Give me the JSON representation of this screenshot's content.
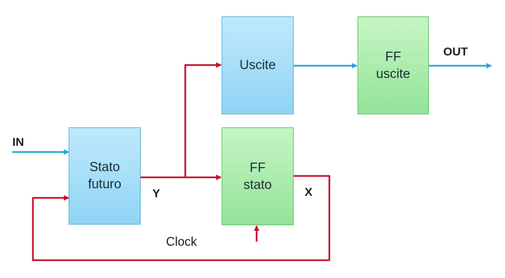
{
  "blocks": {
    "stato_futuro": [
      "Stato",
      "futuro"
    ],
    "uscite": [
      "Uscite"
    ],
    "ff_uscite": [
      "FF",
      "uscite"
    ],
    "ff_stato": [
      "FF",
      "stato"
    ]
  },
  "labels": {
    "in": "IN",
    "out": "OUT",
    "y": "Y",
    "x": "X",
    "clock": "Clock"
  },
  "colors": {
    "blue_wire": "#2aa6d6",
    "red_wire": "#c8102e"
  }
}
